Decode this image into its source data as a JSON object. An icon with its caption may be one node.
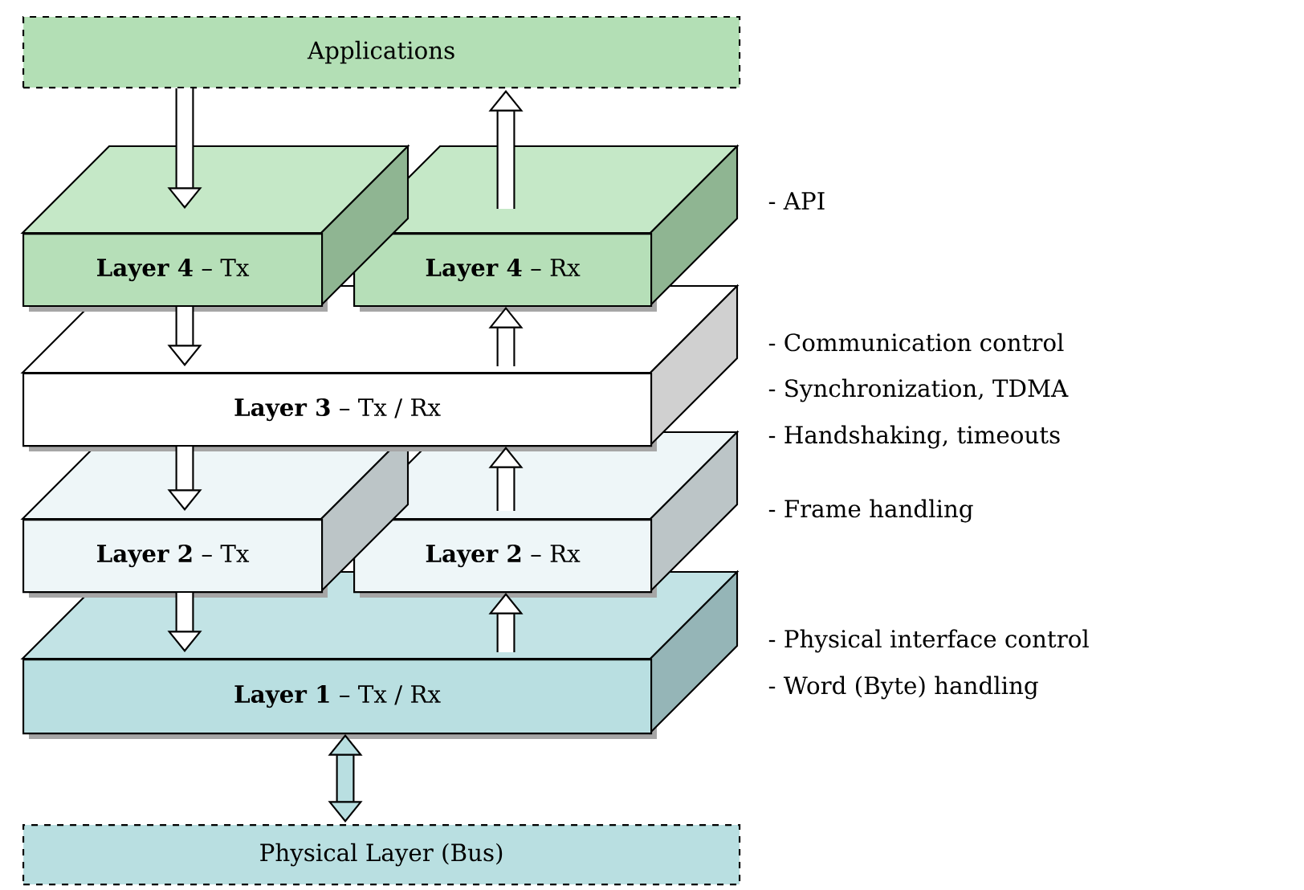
{
  "diagram": {
    "nodes": [
      {
        "text": [
          "Applications"
        ]
      },
      {
        "text": [
          "**Layer 4** – Tx"
        ]
      },
      {
        "text": [
          "**Layer 4** – Rx"
        ]
      },
      {
        "text": [
          "**Layer 3** – Tx / Rx"
        ]
      },
      {
        "text": [
          "**Layer 2** – Tx"
        ]
      },
      {
        "text": [
          "**Layer 2** – Rx"
        ]
      },
      {
        "text": [
          "**Layer 1** – Tx / Rx"
        ]
      },
      {
        "text": [
          "Physical Layer (Bus)"
        ]
      }
    ],
    "edges": [
      {
        "from": 0,
        "to": 1,
        "arrow": "to"
      },
      {
        "from": 2,
        "to": 0,
        "arrow": "to"
      },
      {
        "from": 1,
        "to": 3,
        "arrow": "to"
      },
      {
        "from": 3,
        "to": 2,
        "arrow": "to"
      },
      {
        "from": 3,
        "to": 4,
        "arrow": "to"
      },
      {
        "from": 5,
        "to": 3,
        "arrow": "to"
      },
      {
        "from": 4,
        "to": 6,
        "arrow": "to"
      },
      {
        "from": 6,
        "to": 5,
        "arrow": "to"
      },
      {
        "from": 6,
        "to": 7,
        "arrow": "both"
      }
    ],
    "labels": [
      "- API",
      "- Communication control",
      "- Synchronization, TDMA",
      "- Handshaking, timeouts",
      "- Frame handling",
      "- Physical interface control",
      "- Word (Byte) handling"
    ]
  }
}
